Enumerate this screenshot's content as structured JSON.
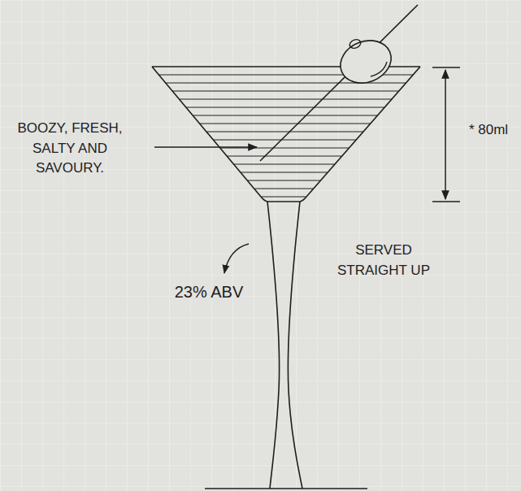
{
  "diagram": {
    "labels": [
      "BOOZY, FRESH, SALTY AND SAVOURY.",
      "* 80ml",
      "23% ABV",
      "SERVED STRAIGHT UP"
    ]
  }
}
